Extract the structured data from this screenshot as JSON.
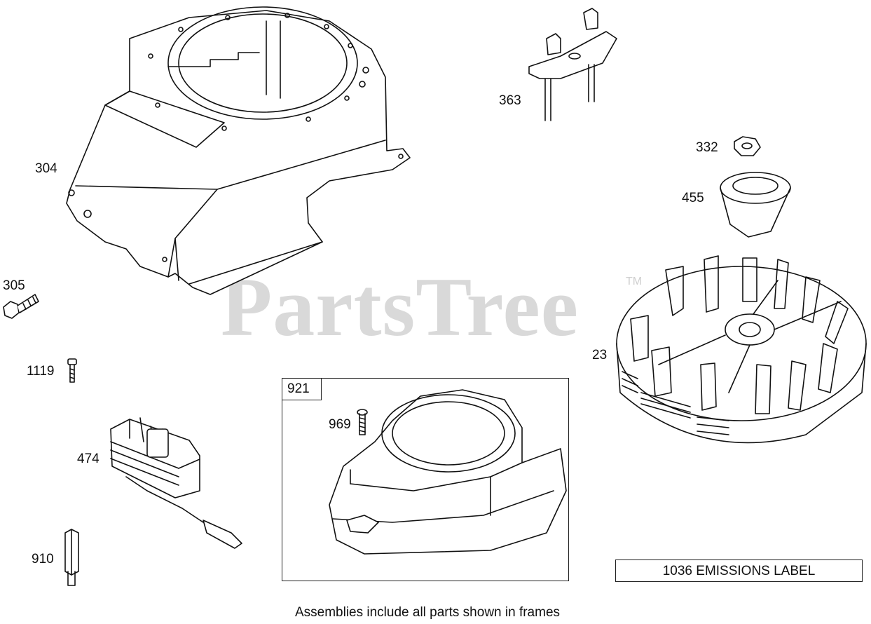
{
  "watermark": {
    "text": "PartsTree",
    "trademark": "TM"
  },
  "parts": [
    {
      "id": "p304",
      "label": "304",
      "icon": "blower-housing-icon"
    },
    {
      "id": "p305",
      "label": "305",
      "icon": "bolt-icon"
    },
    {
      "id": "p1119",
      "label": "1119",
      "icon": "screw-icon"
    },
    {
      "id": "p474",
      "label": "474",
      "icon": "armature-icon"
    },
    {
      "id": "p910",
      "label": "910",
      "icon": "spacer-icon"
    },
    {
      "id": "p363",
      "label": "363",
      "icon": "bracket-icon"
    },
    {
      "id": "p332",
      "label": "332",
      "icon": "nut-icon"
    },
    {
      "id": "p455",
      "label": "455",
      "icon": "starter-cup-icon"
    },
    {
      "id": "p23",
      "label": "23",
      "icon": "flywheel-icon"
    },
    {
      "id": "p969",
      "label": "969",
      "icon": "screw-icon"
    }
  ],
  "frame": {
    "label": "921",
    "icon": "blower-housing-icon"
  },
  "emissions_label": "1036 EMISSIONS LABEL",
  "caption": "Assemblies include all parts shown in frames"
}
